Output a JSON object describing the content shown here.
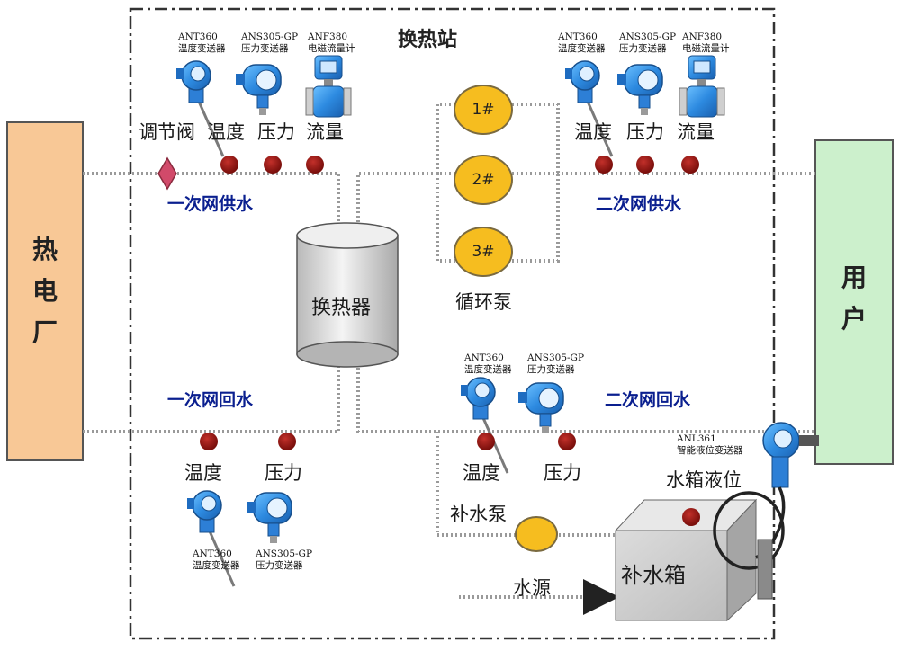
{
  "station_title": "换热站",
  "plant_label": [
    "热",
    "电",
    "厂"
  ],
  "user_label": [
    "用",
    "户"
  ],
  "heat_exchanger_label": "换热器",
  "pump_group_label": "循环泵",
  "pumps": [
    "1#",
    "2#",
    "3#"
  ],
  "valve_label": "调节阀",
  "primary_supply": {
    "net_label": "一次网供水",
    "labels": [
      "温度",
      "压力",
      "流量"
    ],
    "instruments": [
      {
        "model": "ANT360",
        "desc": "温度变送器"
      },
      {
        "model": "ANS305-GP",
        "desc": "压力变送器"
      },
      {
        "model": "ANF380",
        "desc": "电磁流量计"
      }
    ]
  },
  "secondary_supply": {
    "net_label": "二次网供水",
    "labels": [
      "温度",
      "压力",
      "流量"
    ],
    "instruments": [
      {
        "model": "ANT360",
        "desc": "温度变送器"
      },
      {
        "model": "ANS305-GP",
        "desc": "压力变送器"
      },
      {
        "model": "ANF380",
        "desc": "电磁流量计"
      }
    ]
  },
  "primary_return": {
    "net_label": "一次网回水",
    "labels": [
      "温度",
      "压力"
    ],
    "instruments": [
      {
        "model": "ANT360",
        "desc": "温度变送器"
      },
      {
        "model": "ANS305-GP",
        "desc": "压力变送器"
      }
    ]
  },
  "secondary_return": {
    "net_label": "二次网回水",
    "labels": [
      "温度",
      "压力"
    ],
    "instruments": [
      {
        "model": "ANT360",
        "desc": "温度变送器"
      },
      {
        "model": "ANS305-GP",
        "desc": "压力变送器"
      }
    ]
  },
  "makeup": {
    "pump_label": "补水泵",
    "tank_label": "补水箱",
    "water_source_label": "水源",
    "level_label": "水箱液位",
    "level_instrument": {
      "model": "ANL361",
      "desc": "智能液位变送器"
    }
  },
  "colors": {
    "plant_fill": "#f8c896",
    "user_fill": "#ccf0cc",
    "pump_fill": "#f6bd1f",
    "sensor_dot": "#9a1a15",
    "net_label": "#0a1f8f",
    "instrument_blue": "#2e8fe0"
  }
}
